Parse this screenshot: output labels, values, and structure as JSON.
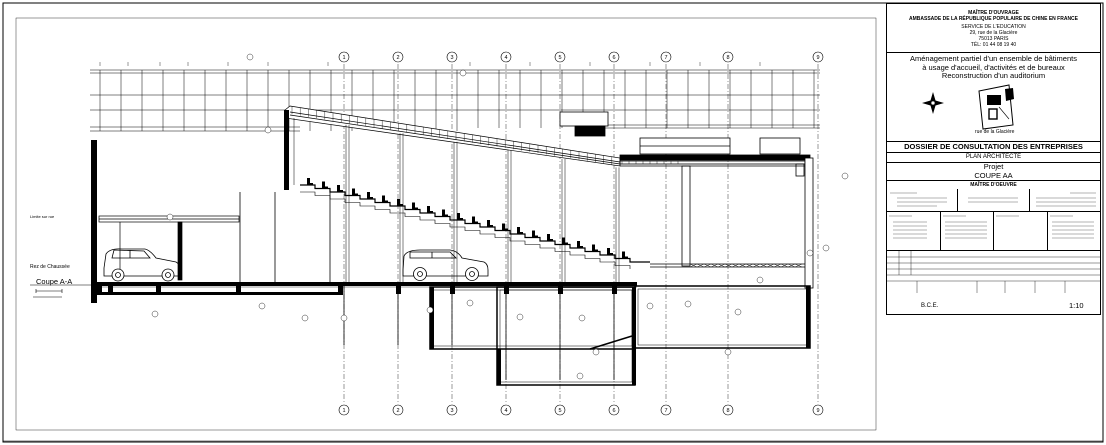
{
  "title_block": {
    "owner_heading": "MAÎTRE D'OUVRAGE",
    "owner_name": "AMBASSADE DE LA RÉPUBLIQUE POPULAIRE DE CHINE EN FRANCE",
    "owner_service": "SERVICE DE L'EDUCATION",
    "owner_address": "29, rue de la Glacière",
    "owner_city": "75013 PARIS",
    "owner_phone": "TÉL: 01 44 08 19 40",
    "project_line1": "Aménagement partiel d'un ensemble de bâtiments",
    "project_line2": "à usage d'accueil, d'activités et de bureaux",
    "project_line3": "Reconstruction d'un auditorium",
    "site_caption": "rue de la Glacière",
    "phase": "DOSSIER DE CONSULTATION DES ENTREPRISES",
    "plan_type": "PLAN ARCHITECTE",
    "stage": "Projet",
    "sheet_title": "COUPE AA",
    "moe_heading": "MAÎTRE D'OEUVRE",
    "scale": "1:10",
    "drawn_by": "B.C.E."
  },
  "drawing": {
    "section_label": "Coupe A-A",
    "ground_label": "Rez de Chaussée",
    "grid_labels": [
      "1",
      "2",
      "3",
      "4",
      "5",
      "6",
      "7",
      "8",
      "9"
    ]
  },
  "colors": {
    "line": "#000000",
    "background": "#ffffff"
  }
}
